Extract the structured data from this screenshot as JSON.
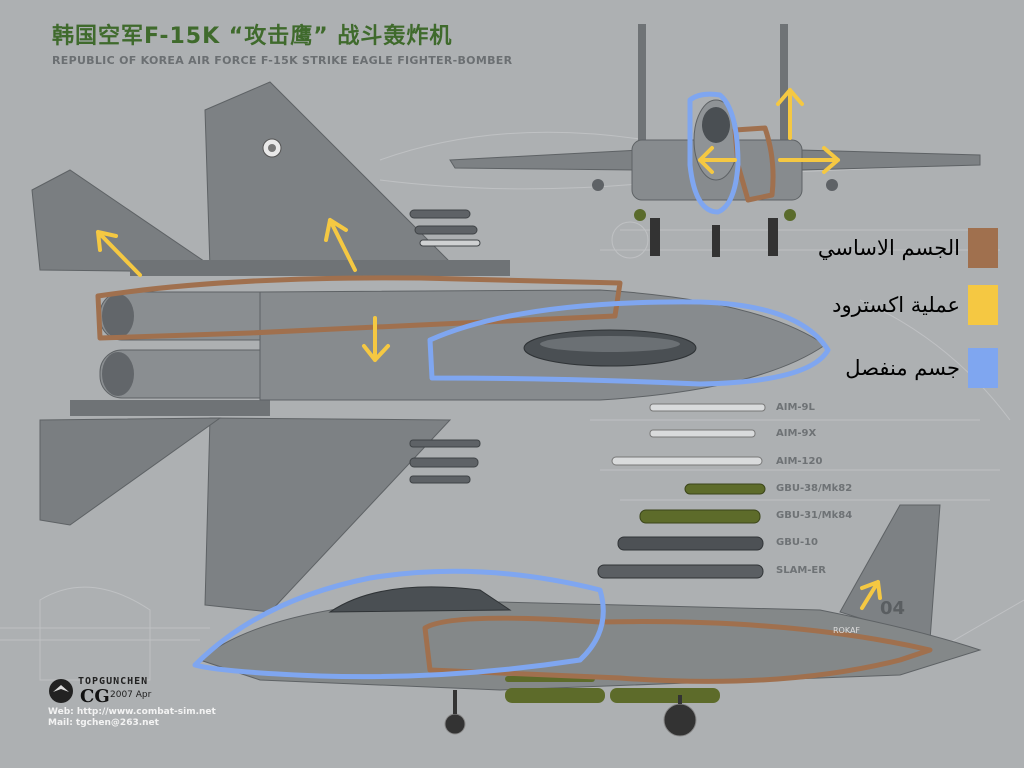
{
  "title": {
    "chinese": "韩国空军F-15K “攻击鹰” 战斗轰炸机",
    "english": "REPUBLIC OF KOREA AIR FORCE F-15K STRIKE EAGLE FIGHTER-BOMBER"
  },
  "legend": [
    {
      "label": "الجسم الاساسي",
      "color": "#a0704e"
    },
    {
      "label": "عملية اكسترود",
      "color": "#f5c842"
    },
    {
      "label": "جسم منفصل",
      "color": "#7fa6f0"
    }
  ],
  "weapons": [
    "AIM-9L",
    "AIM-9X",
    "AIM-120",
    "GBU-38/Mk82",
    "GBU-31/Mk84",
    "GBU-10",
    "SLAM-ER"
  ],
  "credits": {
    "brand": "TOPGUNCHEN",
    "logo": "CG",
    "date": "2007 Apr",
    "web": "Web: http://www.combat-sim.net",
    "mail": "Mail: tgchen@263.net"
  },
  "markings": {
    "badge": "ROKAF",
    "tail_number": "04"
  },
  "colors": {
    "background": "#adb0b2",
    "aircraft": "#7d8184",
    "title_green": "#3f6a2c",
    "outline_brown": "#a0704e",
    "arrow_yellow": "#f5c842",
    "outline_blue": "#7fa6f0"
  }
}
